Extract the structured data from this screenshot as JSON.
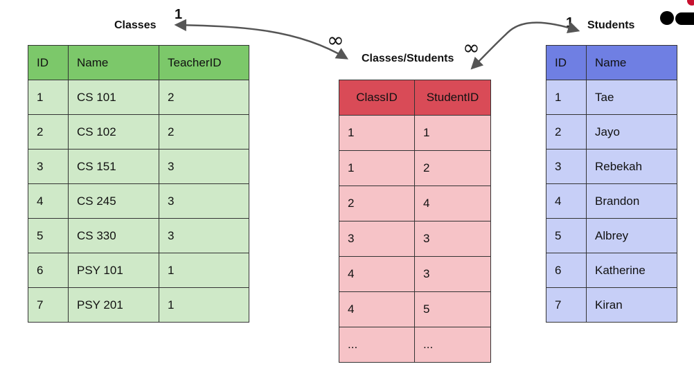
{
  "labels": {
    "classes": "Classes",
    "junction": "Classes/Students",
    "students": "Students"
  },
  "cardinality": {
    "classes_one": "1",
    "students_one": "1",
    "junction_many_left": "∞",
    "junction_many_right": "∞"
  },
  "classes_table": {
    "headers": [
      "ID",
      "Name",
      "TeacherID"
    ],
    "rows": [
      [
        "1",
        "CS 101",
        "2"
      ],
      [
        "2",
        "CS 102",
        "2"
      ],
      [
        "3",
        "CS 151",
        "3"
      ],
      [
        "4",
        "CS 245",
        "3"
      ],
      [
        "5",
        "CS 330",
        "3"
      ],
      [
        "6",
        "PSY 101",
        "1"
      ],
      [
        "7",
        "PSY 201",
        "1"
      ]
    ]
  },
  "junction_table": {
    "headers": [
      "ClassID",
      "StudentID"
    ],
    "rows": [
      [
        "1",
        "1"
      ],
      [
        "1",
        "2"
      ],
      [
        "2",
        "4"
      ],
      [
        "3",
        "3"
      ],
      [
        "4",
        "3"
      ],
      [
        "4",
        "5"
      ],
      [
        "...",
        "..."
      ]
    ]
  },
  "students_table": {
    "headers": [
      "ID",
      "Name"
    ],
    "rows": [
      [
        "1",
        "Tae"
      ],
      [
        "2",
        "Jayo"
      ],
      [
        "3",
        "Rebekah"
      ],
      [
        "4",
        "Brandon"
      ],
      [
        "5",
        "Albrey"
      ],
      [
        "6",
        "Katherine"
      ],
      [
        "7",
        "Kiran"
      ]
    ]
  },
  "colors": {
    "classes_header": "#7cc86a",
    "classes_cell": "#cfe9c8",
    "junction_header": "#d94b57",
    "junction_cell": "#f6c3c7",
    "students_header": "#6f7fe3",
    "students_cell": "#c7cff7"
  }
}
